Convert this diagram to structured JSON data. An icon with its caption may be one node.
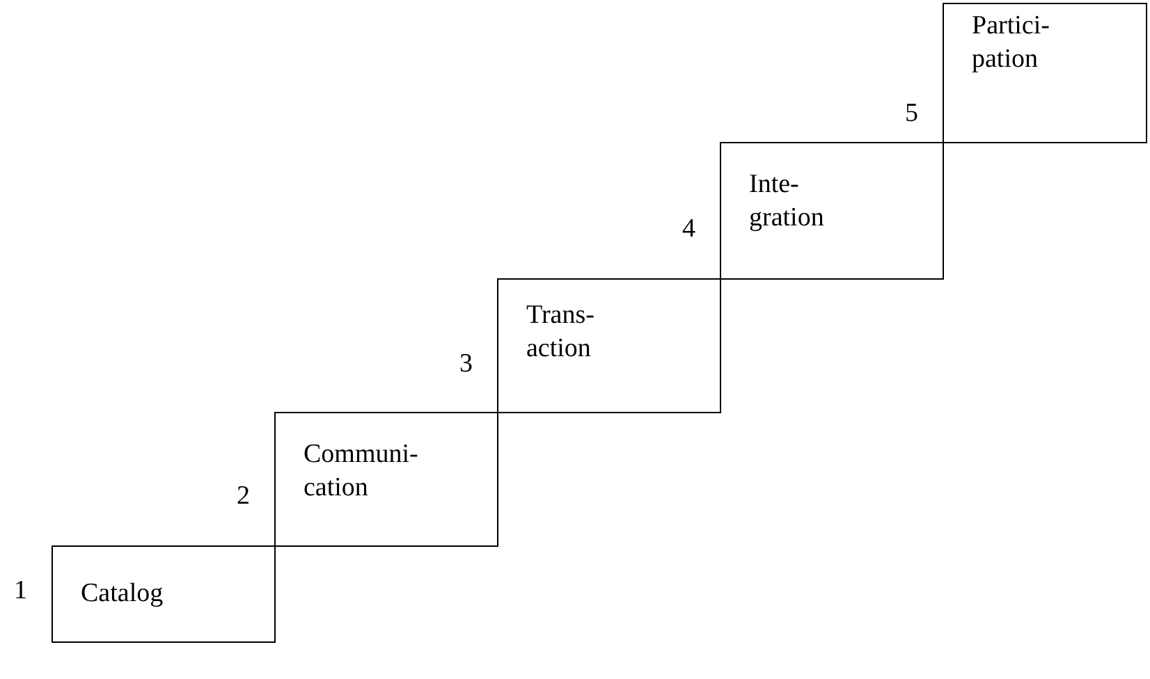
{
  "diagram": {
    "nodes": [
      {
        "text": [
          "Catalog"
        ],
        "beside": [
          "1"
        ]
      },
      {
        "text": [
          "Communi- cation"
        ],
        "beside": [
          "2"
        ]
      },
      {
        "text": [
          "Trans- action"
        ],
        "beside": [
          "3"
        ]
      },
      {
        "text": [
          "Inte- gration"
        ],
        "beside": [
          "4"
        ]
      },
      {
        "text": [
          "Partici- pation"
        ],
        "beside": [
          "5"
        ]
      }
    ],
    "edges": []
  }
}
